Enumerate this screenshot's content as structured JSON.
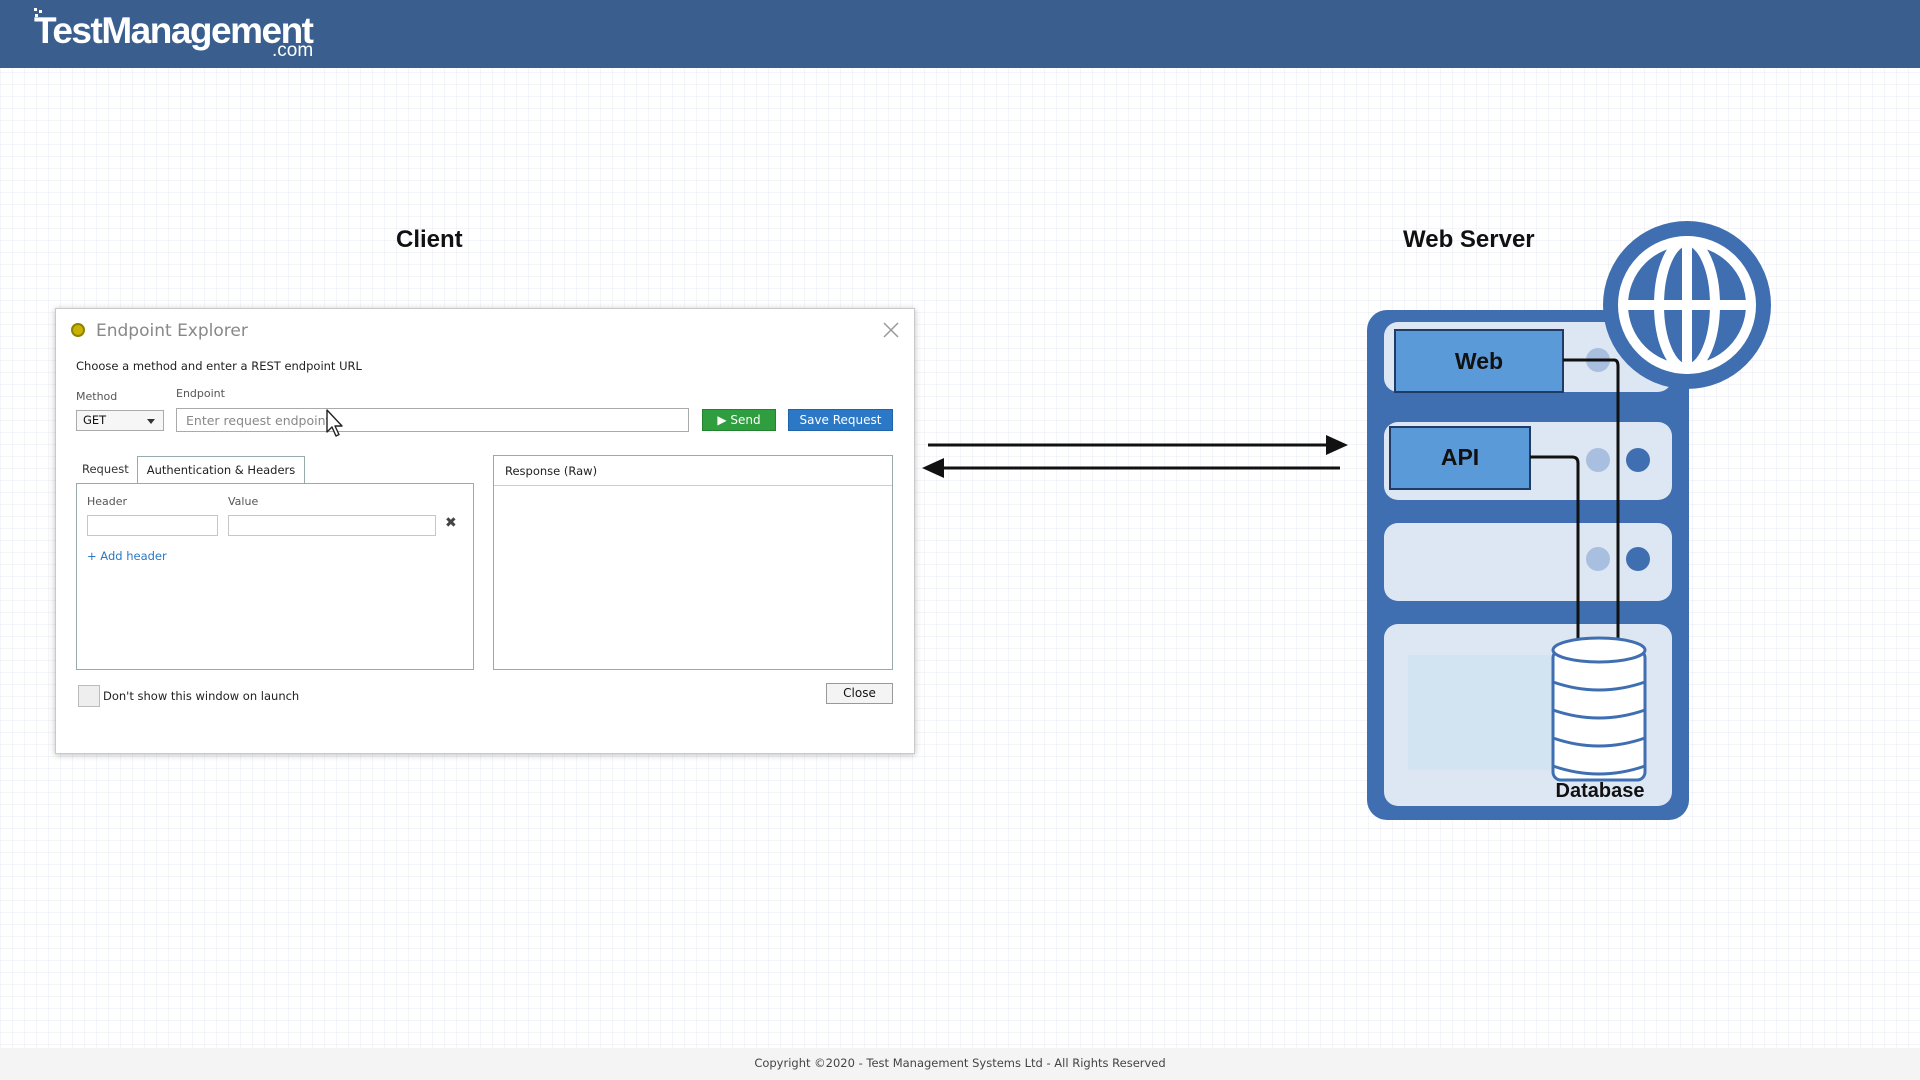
{
  "header": {
    "logo_main": "TestManagement",
    "logo_suffix": ".com"
  },
  "diagram": {
    "client_title": "Client",
    "server_title": "Web Server",
    "web_label": "Web",
    "api_label": "API",
    "database_label": "Database"
  },
  "dialog": {
    "title": "Endpoint Explorer",
    "instruction": "Choose a method and enter a REST endpoint URL",
    "method_label": "Method",
    "method_value": "GET",
    "endpoint_label": "Endpoint",
    "endpoint_placeholder": "Enter request endpoint",
    "send_label": "Send",
    "save_label": "Save Request",
    "tabs": [
      "Request",
      "Authentication & Headers"
    ],
    "header_col": "Header",
    "value_col": "Value",
    "add_header": "+ Add header",
    "response_label": "Response (Raw)",
    "checkbox_label": "Don't show this window on launch",
    "close_label": "Close"
  },
  "footer": {
    "copyright": "Copyright ©2020 - Test Management Systems Ltd - All Rights Reserved"
  },
  "colors": {
    "header_bar": "#3a5f8e",
    "send_button": "#2f9e3f",
    "save_button": "#2a78c6",
    "server_blue": "#3f6fb0",
    "component_blue": "#5b9ad8"
  }
}
